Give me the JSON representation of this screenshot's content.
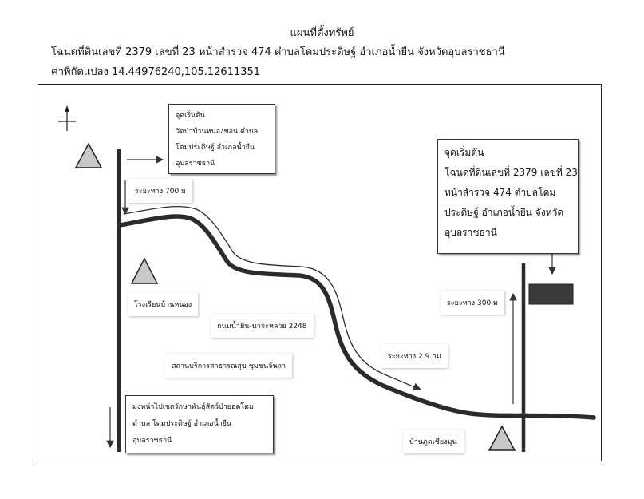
{
  "header": {
    "title": "แผนที่ตั้งทรัพย์",
    "deed_line": "โฉนดที่ดินเลขที่ 2379 เลขที่ 23 หน้าสำรวจ 474 ตำบลโดมประดิษฐ์ อำเภอน้ำยืน จังหวัดอุบลราชธานี",
    "coords_line": "ค่าพิกัดแปลง 14.44976240,105.12611351"
  },
  "boxes": {
    "start_left": [
      "จุดเริ่มต้น",
      "วัดป่าบ้านหนองขอน ตำบล",
      "โดมประดิษฐ์ อำเภอน้ำยืน",
      "อุบลราชธานี"
    ],
    "start_right": [
      "จุดเริ่มต้น",
      "โฉนดที่ดินเลขที่ 2379 เลขที่ 23",
      "หน้าสำรวจ 474 ตำบลโดม",
      "ประดิษฐ์ อำเภอน้ำยืน จังหวัด",
      "อุบลราชธานี"
    ],
    "bottom_left": [
      "มุ่งหน้าไปเขตรักษาพันธุ์สัตว์ป่ายอดโดม",
      "ตำบล โดมประดิษฐ์ อำเภอน้ำยืน",
      "อุบลราชธานี"
    ]
  },
  "labels": {
    "dist_700": "ระยะทาง 700 ม",
    "school": "โรงเรียนบ้านหนอง",
    "road": "ถนนน้ำยืน-นาจะหลวย 2248",
    "health": "สถานบริการสาธารณสุข ชุมชนจันลา",
    "dist_29": "ระยะทาง 2.9 กม",
    "dist_300": "ระยะทาง 300 ม",
    "village": "บ้านภูดเชียงมุน"
  },
  "icons": {
    "north": "north-arrow-icon",
    "landmark": "triangle-landmark-icon",
    "plot": "land-plot-marker"
  },
  "colors": {
    "road": "#2b2b2b",
    "landmark_fill": "#c8c8c8",
    "plot_fill": "#3a3a3a"
  }
}
